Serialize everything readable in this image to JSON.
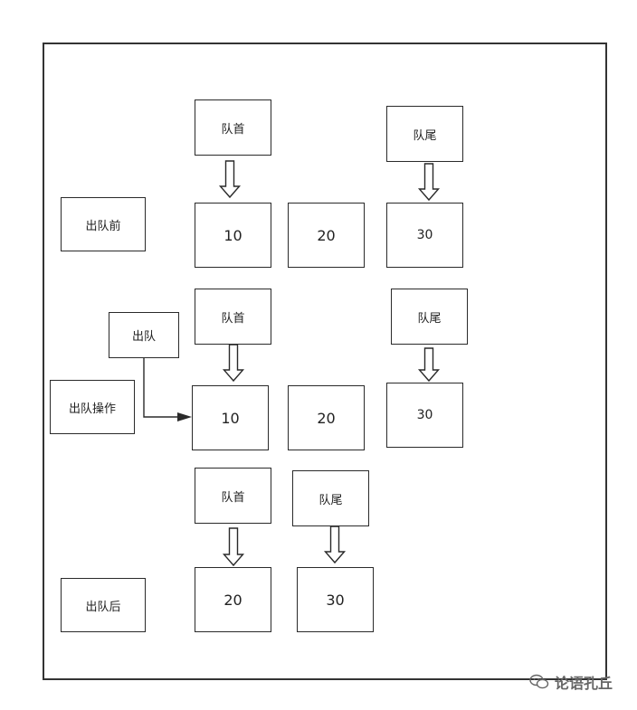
{
  "frame": {},
  "sections": {
    "before": "出队前",
    "operation": "出队操作",
    "after": "出队后"
  },
  "dequeue_label": "出队",
  "pointers": {
    "head": "队首",
    "tail": "队尾"
  },
  "rows": {
    "before": [
      "10",
      "20",
      "30"
    ],
    "operation": [
      "10",
      "20",
      "30"
    ],
    "after": [
      "20",
      "30"
    ]
  },
  "watermark": "论语孔丘",
  "colors": {
    "stroke": "#2a2a2a",
    "watermark": "#666666"
  }
}
